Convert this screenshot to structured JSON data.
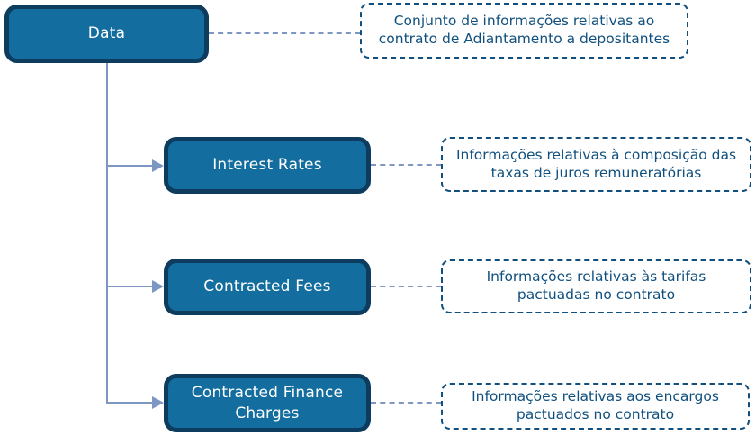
{
  "diagram": {
    "root": {
      "label": "Data",
      "description": "Conjunto de informações relativas ao contrato de Adiantamento a depositantes"
    },
    "children": [
      {
        "label": "Interest Rates",
        "description": "Informações relativas à composição das taxas de juros remuneratórias"
      },
      {
        "label": "Contracted Fees",
        "description": "Informações relativas às tarifas pactuadas no contrato"
      },
      {
        "label": "Contracted Finance Charges",
        "description": "Informações relativas aos encargos pactuados no contrato"
      }
    ],
    "colors": {
      "node_fill": "#136D9E",
      "node_border": "#0D3C5E",
      "node_text": "#FFFFFF",
      "description_border": "#11507E",
      "description_text": "#11507E",
      "connector": "#7E96C2"
    }
  }
}
